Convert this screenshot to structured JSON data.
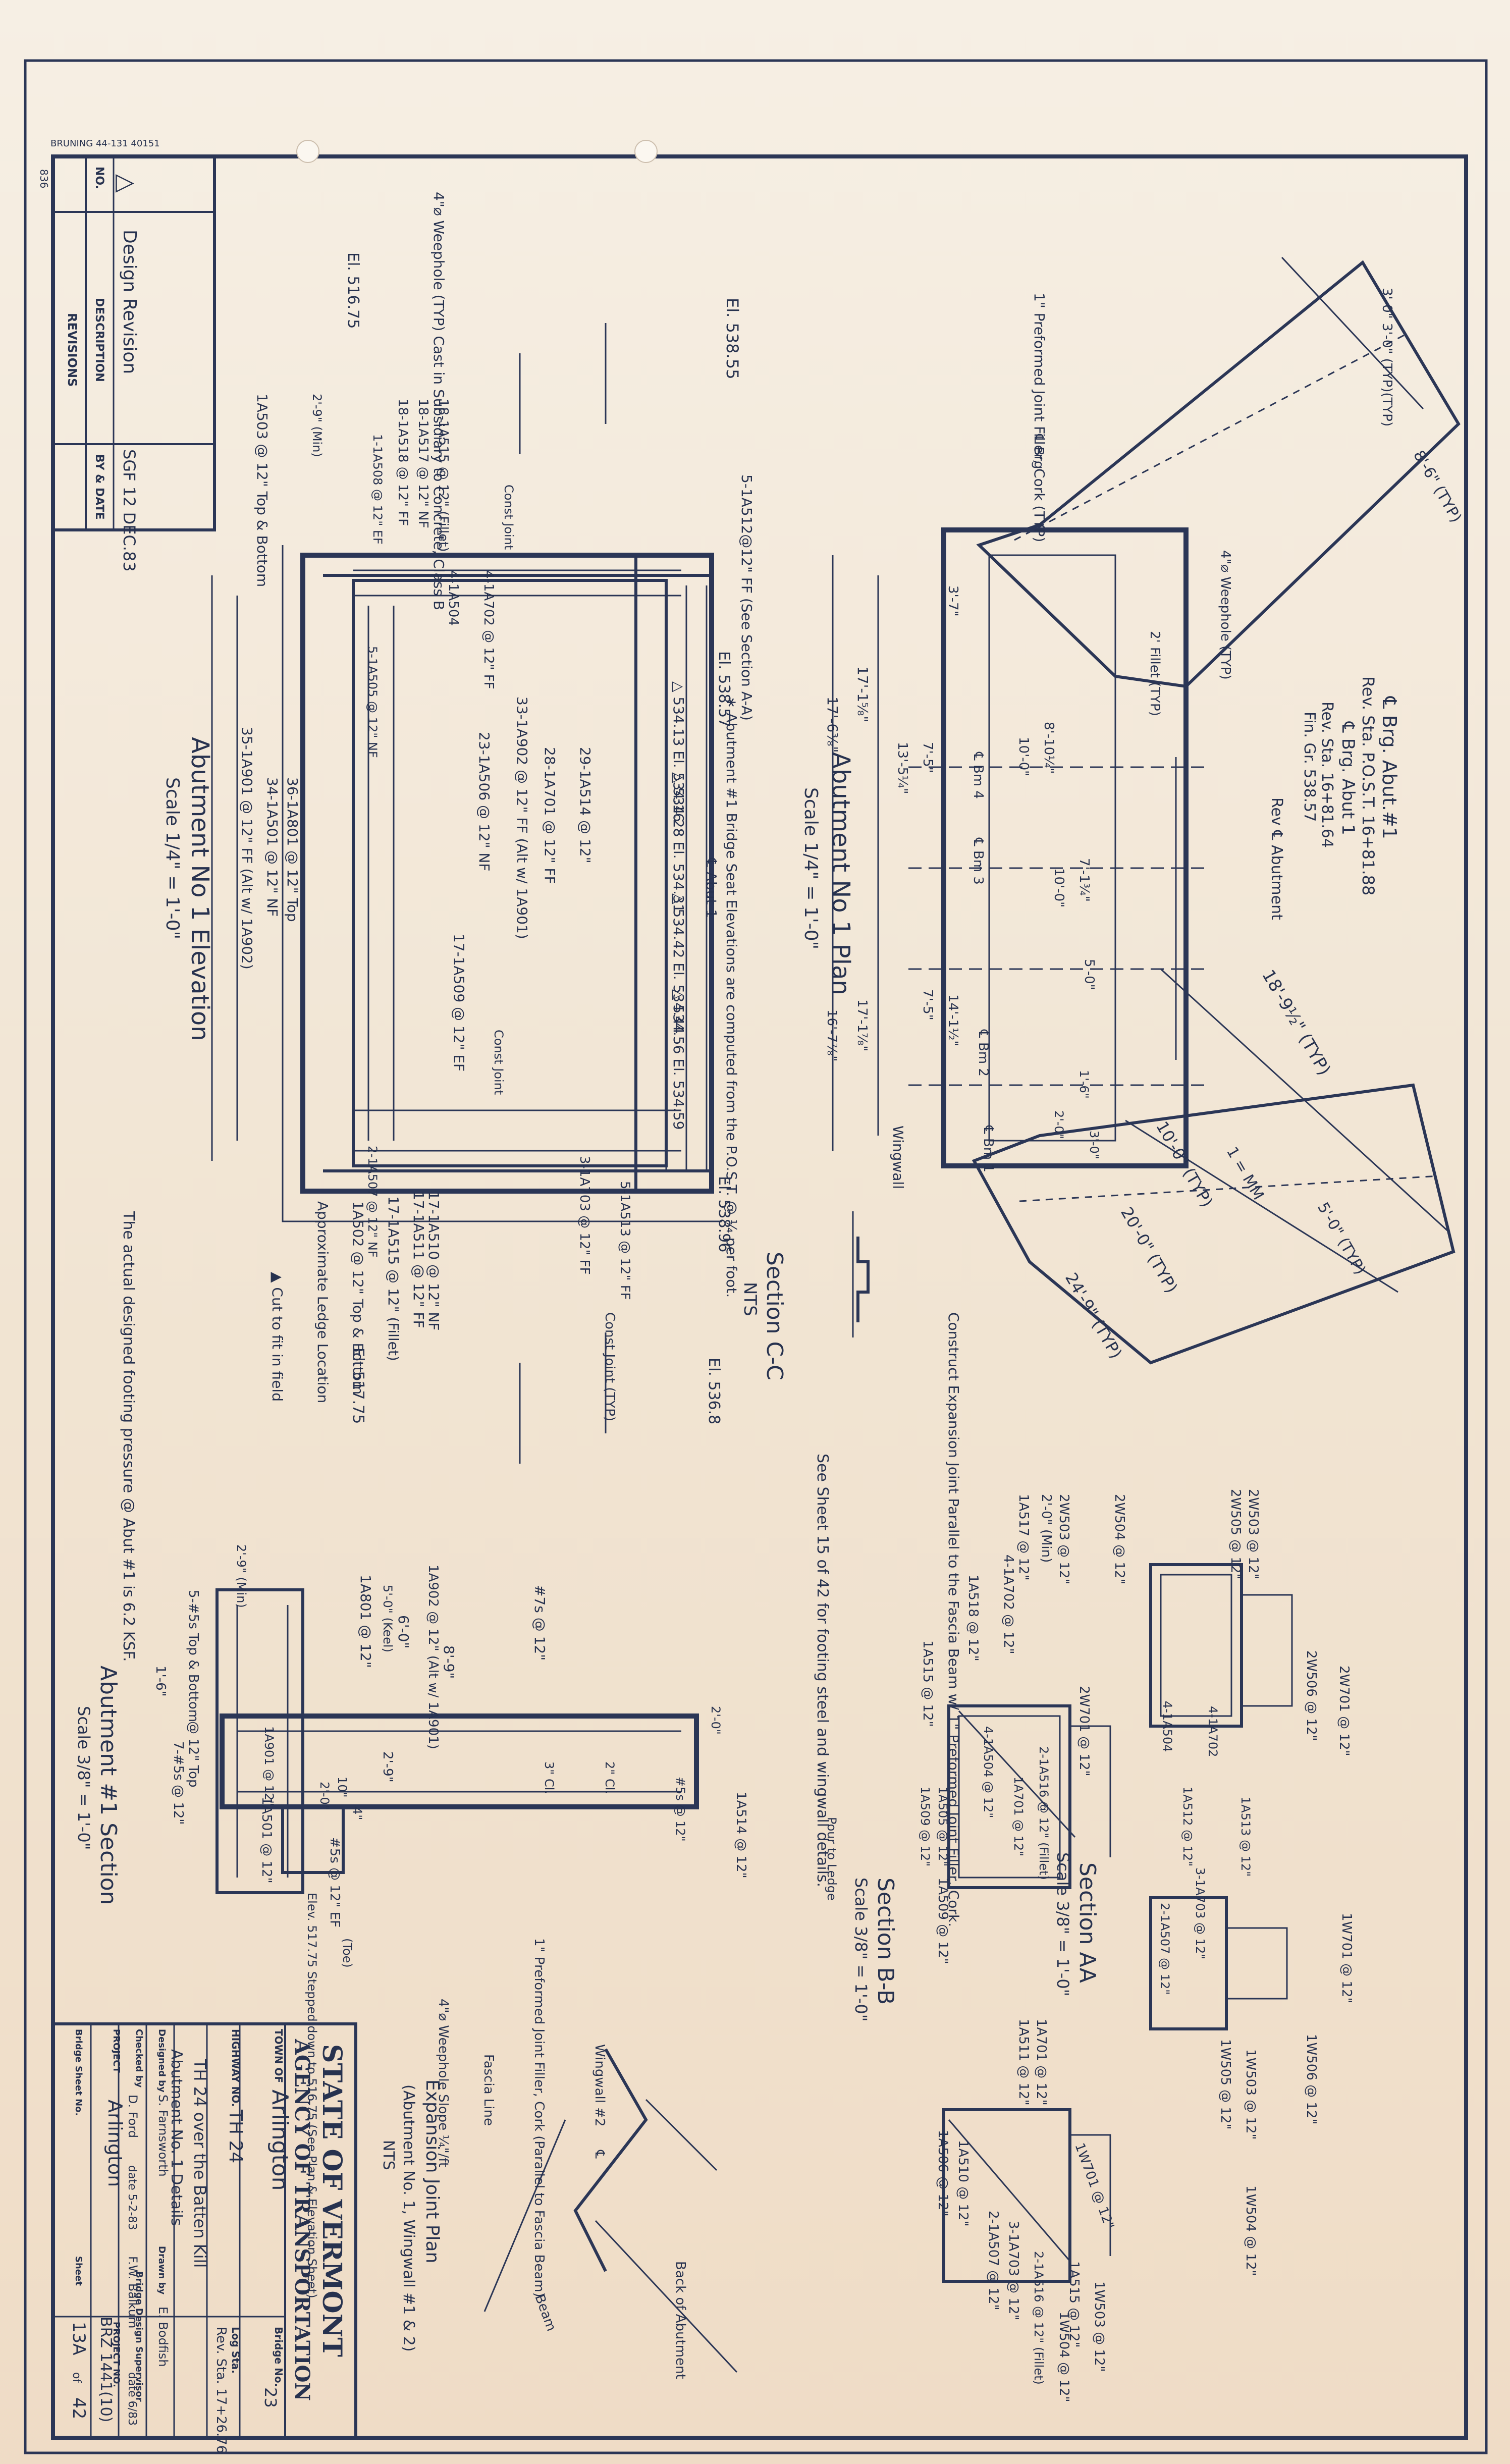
{
  "header": {
    "paper_stamp": "BRUNING 44-131 40151",
    "corner_mark": "836"
  },
  "revisions": {
    "title": "REVISIONS",
    "col_no": "NO.",
    "col_desc": "DESCRIPTION",
    "col_by": "BY & DATE",
    "rows": [
      {
        "no": "△",
        "desc": "Design Revision",
        "by": "SGF 12 DEC.83"
      }
    ]
  },
  "plan": {
    "title": "Abutment No 1 Plan",
    "scale": "Scale 1/4\" = 1'-0\"",
    "notes": [
      "℄ Brg. Abut.#1",
      "Rev. Sta. P.O.S.T. 16+81.88",
      "℄ Brg. Abut 1",
      "Rev. Sta. 16+81.64",
      "Fin. Gr. 538.57",
      "Rev ℄ Abutment",
      "18'-9½\" (TYP)",
      "10'-0\" (TYP)",
      "5'-0\" (TYP)",
      "20'-0\" (TYP)",
      "24'-9\" (TYP)",
      "1 = MM",
      "3'-0\" 3'-0\" (TYP)(TYP)",
      "8'-6\" (TYP)",
      "4\"⌀ Weephole (TYP)",
      "1\" Preformed Joint Filler, Cork (TYP)",
      "2' Fillet (TYP)",
      "Wingwall",
      "℄ Brg",
      "℄ Bm 4",
      "℄ Bm 3",
      "℄ Bm 2",
      "℄ Bm 1",
      "17'-1⅝\"",
      "17'-6⅜\"",
      "13'-5¼\"",
      "7'-5\"",
      "7'-5\"",
      "8'-10¼\"",
      "10'-0\"",
      "7'-1¾\"",
      "10'-0\"",
      "5'-0\"",
      "14'-1½\"",
      "17'-1⅞\"",
      "16'-7⅞\"",
      "3'-7\"",
      "1'-6\"",
      "2'-0\"",
      "3'-0\""
    ]
  },
  "elevation": {
    "title": "Abutment No 1 Elevation",
    "scale": "Scale 1/4\" = 1'-0\"",
    "notes": [
      "El. 538.55",
      "5-1A512@12\" FF (See Section A-A)",
      "El. 538.57",
      "El. 538.96",
      "El. 536.8",
      "El. 516.75",
      "El. 517.75",
      "△ 534.13 El. 534.16",
      "△ 534.28 El. 534.31",
      "△ 534.42 El. 534.44",
      "△ 534.56 El. 534.59",
      "∗ Abutment #1 Bridge Seat Elevations are computed from the P.O.S.T. @ ¼ per foot.",
      "℄ Abut 1",
      "4\"⌀ Weephole (TYP) Cast in Subsidiary to Concrete, Class B",
      "18-1A515 @ 12\" (Fillet)",
      "18-1A517 @ 12\" NF",
      "18-1A518 @ 12\" FF",
      "4-1A702 @ 12\" FF",
      "4-1A504",
      "1-1A508 @ 12\" EF",
      "Const Joint",
      "5-1A505 @ 12\" NF",
      "29-1A514 @ 12\"",
      "28-1A701 @ 12\" FF",
      "33-1A902 @ 12\" FF (Alt w/ 1A901)",
      "23-1A506 @ 12\" NF",
      "17-1A509 @ 12\" EF",
      "Const Joint",
      "2-1A507 @ 12\" NF",
      "17-1A510 @ 12\" NF",
      "17-1A511 @ 12\" FF",
      "17-1A515 @ 12\" (Fillet)",
      "3-1A703 @ 12\" FF",
      "5-1A513 @ 12\" FF",
      "Const Joint (TYP)",
      "1A502 @ 12\" Top & Bottom",
      "Approximate Ledge Location",
      "36-1A801 @ 12\" Top",
      "34-1A501 @ 12\" NF",
      "35-1A901 @ 12\" FF (Alt w/ 1A902)",
      "1A503 @ 12\" Top & Bottom",
      "2'-9\" (Min)",
      "▲ Cut to fit in field",
      "The actual designed footing pressure @ Abut #1 is 6.2 KSF."
    ]
  },
  "section_cc": {
    "title": "Section C-C",
    "scale": "NTS",
    "notes": [
      "Construct Expansion Joint Parallel to the Fascia Beam w/ 1\" Preformed Joint Filler, Cork.",
      "See Sheet 15 of 42 for footing steel and wingwall details."
    ]
  },
  "section_aa": {
    "title": "Section AA",
    "scale": "Scale 3/8\" = 1'-0\"",
    "notes": [
      "2W503 @ 12\"",
      "2W505 @ 12\"",
      "2W701 @ 12\"",
      "2W506 @ 12\"",
      "4-1A504",
      "4-1A702",
      "1A512 @ 12\"",
      "1A513 @ 12\"",
      "3-1A703 @ 12\"",
      "2-1A507 @ 12\"",
      "1W701 @ 12\"",
      "1W506 @ 12\"",
      "1W503 @ 12\"",
      "1W505 @ 12\"",
      "1W504 @ 12\""
    ]
  },
  "section_bb": {
    "title": "Section B-B",
    "scale": "Scale 3/8\" = 1'-0\"",
    "notes": [
      "2W504 @ 12\"",
      "2W503 @ 12\"",
      "2'-0\" (Min)",
      "1A517 @ 12\"",
      "4-1A702 @ 12\"",
      "1A518 @ 12\"",
      "1A515 @ 12\"",
      "4-1A504 @ 12\"",
      "1A505 @ 12\"",
      "1A509 @ 12\"",
      "2-1A516 @ 12\" (Fillet)",
      "1A701 @ 12\"",
      "2W701 @ 12\"",
      "1A509 @ 12\"",
      "1A506 @ 12\"",
      "1A510 @ 12\"",
      "1A701 @ 12\"",
      "1A511 @ 12\"",
      "1W701 @ 12\"",
      "2-1A507 @ 12\"",
      "3-1A703 @ 12\"",
      "1A515 @ 12\"",
      "2-1A516 @ 12\" (Fillet)",
      "1W503 @ 12\"",
      "1W504 @ 12\""
    ]
  },
  "abutment_section": {
    "title": "Abutment #1 Section",
    "scale": "Scale 3/8\" = 1'-0\"",
    "notes": [
      "1A801 @ 12\"",
      "2'-9\" (Min)",
      "1A902 @ 12\" (Alt w/ 1A901)",
      "8'-9\"",
      "#7s @ 12\"",
      "5'-0\" (Keel)",
      "6'-0\"",
      "1A901 @ 12\"",
      "2'-9\"",
      "5-#5s Top & Bottom",
      "@ 12\" Top",
      "7-#5s @ 12\"",
      "1'-6\"",
      "10\"",
      "2'-0\"",
      "4\"",
      "#5s @ 12\" EF",
      "1A501 @ 12\"",
      "(Toe)",
      "2\" Cl.",
      "3\" Cl.",
      "2'-0\"",
      "1A514 @ 12\"",
      "#5s @ 12\"",
      "Elev. 517.75 Stepped down to 516.75 (See Plan & Elevation Sheet)",
      "Pour to Ledge"
    ]
  },
  "expansion_joint": {
    "title": "Expansion Joint Plan",
    "subtitle": "(Abutment No. 1, Wingwall #1 & 2)",
    "scale": "NTS",
    "notes": [
      "Wingwall #2",
      "1\" Preformed Joint Filler, Cork (Parallel to Fascia Beam)",
      "Fascia Line",
      "4\"⌀ Weephole Slope ¼\"/ft",
      "Back of Abutment",
      "℄",
      "Beam"
    ]
  },
  "title_block": {
    "state": "STATE OF VERMONT",
    "agency": "AGENCY OF TRANSPORTATION",
    "town_label": "TOWN OF",
    "town": "Arlington",
    "bridge_label": "Bridge No.",
    "bridge_no": "23",
    "highway_label": "HIGHWAY NO.",
    "highway": "TH 24",
    "log_label": "Log Sta.",
    "log_sta": "",
    "rev_sta": "Rev. Sta. 17+26.76",
    "description": "TH 24 over the Batten Kill",
    "drawing_title": "Abutment No. 1 Details",
    "designed_label": "Designed by",
    "designed_by": "S. Farnsworth",
    "drawn_label": "Drawn by",
    "drawn_by": "E. Bodfish",
    "checked_label": "Checked by",
    "checked_by": "D. Ford",
    "date1": "date 5-2-83",
    "bridge_design": "Bridge Design Supervisor",
    "supervisor": "F.W. Balkum",
    "date2": "date 6/83",
    "project_label": "PROJECT",
    "project": "Arlington",
    "project_no_label": "PROJECT NO.",
    "project_no": "BRZ 1441(10)",
    "sheet_label": "Bridge Sheet No.",
    "sheet": "13A",
    "of": "of",
    "total": "42",
    "sheet_word": "Sheet"
  }
}
